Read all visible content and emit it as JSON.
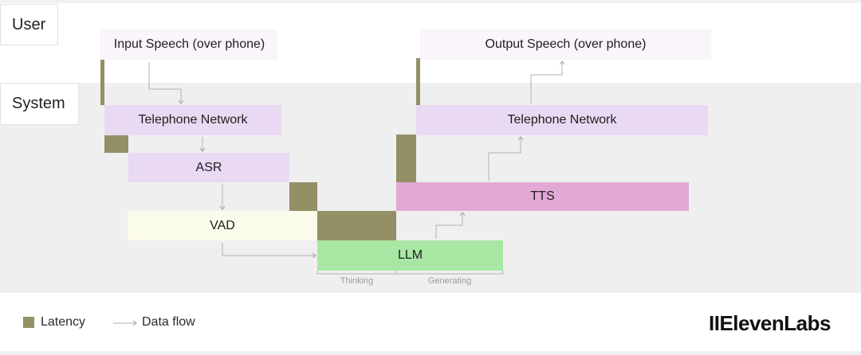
{
  "lanes": {
    "user": "User",
    "system": "System"
  },
  "nodes": {
    "input_speech": "Input Speech (over phone)",
    "telephone_network_in": "Telephone Network",
    "asr": "ASR",
    "vad": "VAD",
    "llm": "LLM",
    "tts": "TTS",
    "telephone_network_out": "Telephone Network",
    "output_speech": "Output Speech (over phone)"
  },
  "llm_phases": {
    "thinking": "Thinking",
    "generating": "Generating"
  },
  "legend": {
    "latency": "Latency",
    "data_flow": "Data flow"
  },
  "logo": "IIElevenLabs",
  "colors": {
    "latency": "#939066",
    "telephone": "#ead9f2",
    "asr": "#ead9f2",
    "vad": "#fbfbe9",
    "llm": "#a8e6a4",
    "tts": "#e4a8d6",
    "speech": "#faf4fb",
    "system_band": "#efefef"
  }
}
